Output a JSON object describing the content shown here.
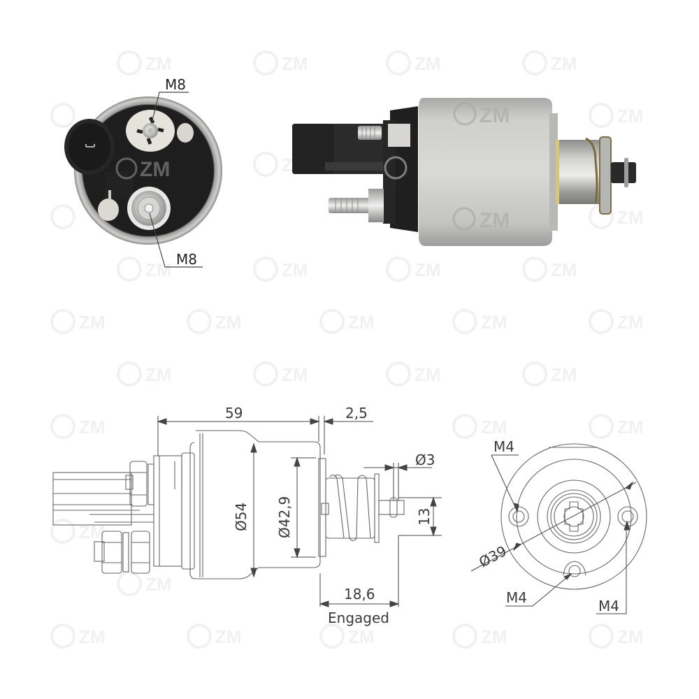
{
  "watermark": {
    "brand": "ZM",
    "logo_text": "Z/M",
    "color": "#f0f0f0"
  },
  "photos": {
    "end_view": {
      "labels": {
        "top_terminal": "M8",
        "bottom_terminal": "M8"
      },
      "watermark": "ZM"
    },
    "side_view": {
      "watermark": "ZM"
    }
  },
  "side_drawing": {
    "dims": {
      "length": "59",
      "gap": "2,5",
      "body_diameter": "Ø54",
      "flange_diameter": "Ø42,9",
      "pin_diameter": "Ø3",
      "pin_length": "13",
      "stroke": "18,6",
      "stroke_note": "Engaged"
    }
  },
  "end_drawing": {
    "dims": {
      "bolt_circle": "Ø39",
      "hole_top_left": "M4",
      "hole_bottom": "M4",
      "hole_right": "M4"
    }
  },
  "colors": {
    "line": "#555555",
    "dim_line": "#444444",
    "housing_silver": "#c9c9c7",
    "cap_black": "#1c1c1c",
    "plastic_white": "#e6e3dc"
  }
}
